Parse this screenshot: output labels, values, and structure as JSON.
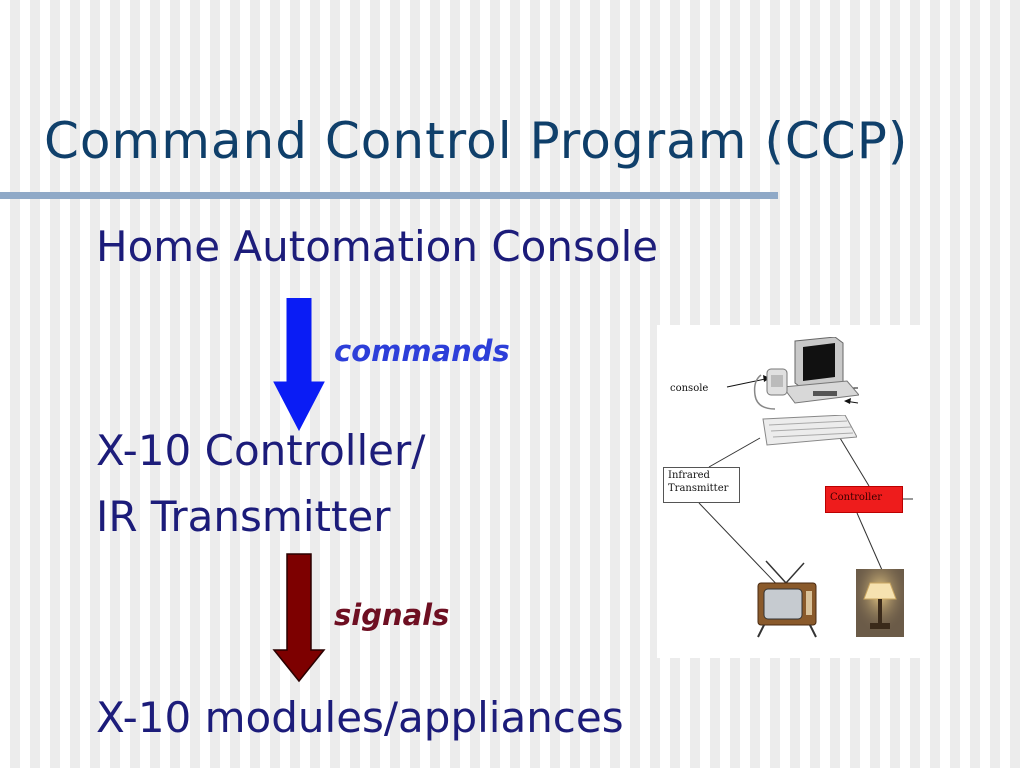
{
  "slide": {
    "title": "Command Control Program (CCP)",
    "line1": "Home Automation Console",
    "line2": "X-10 Controller/",
    "line3": "IR Transmitter",
    "line4": "X-10 modules/appliances",
    "arrow1_label": "commands",
    "arrow2_label": "signals"
  },
  "figure": {
    "console_label": "console",
    "ir_label_line1": "Infrared",
    "ir_label_line2": "Transmitter",
    "controller_label": "Controller"
  },
  "colors": {
    "title": "#0f3f6a",
    "body_text": "#1c1c7a",
    "arrow_commands": "#0a1cf5",
    "arrow_signals": "#7d0000",
    "controller_box": "#ee1c1c"
  },
  "icons": [
    "monitor-icon",
    "telephone-icon",
    "keyboard-icon",
    "television-icon",
    "lamp-icon"
  ]
}
